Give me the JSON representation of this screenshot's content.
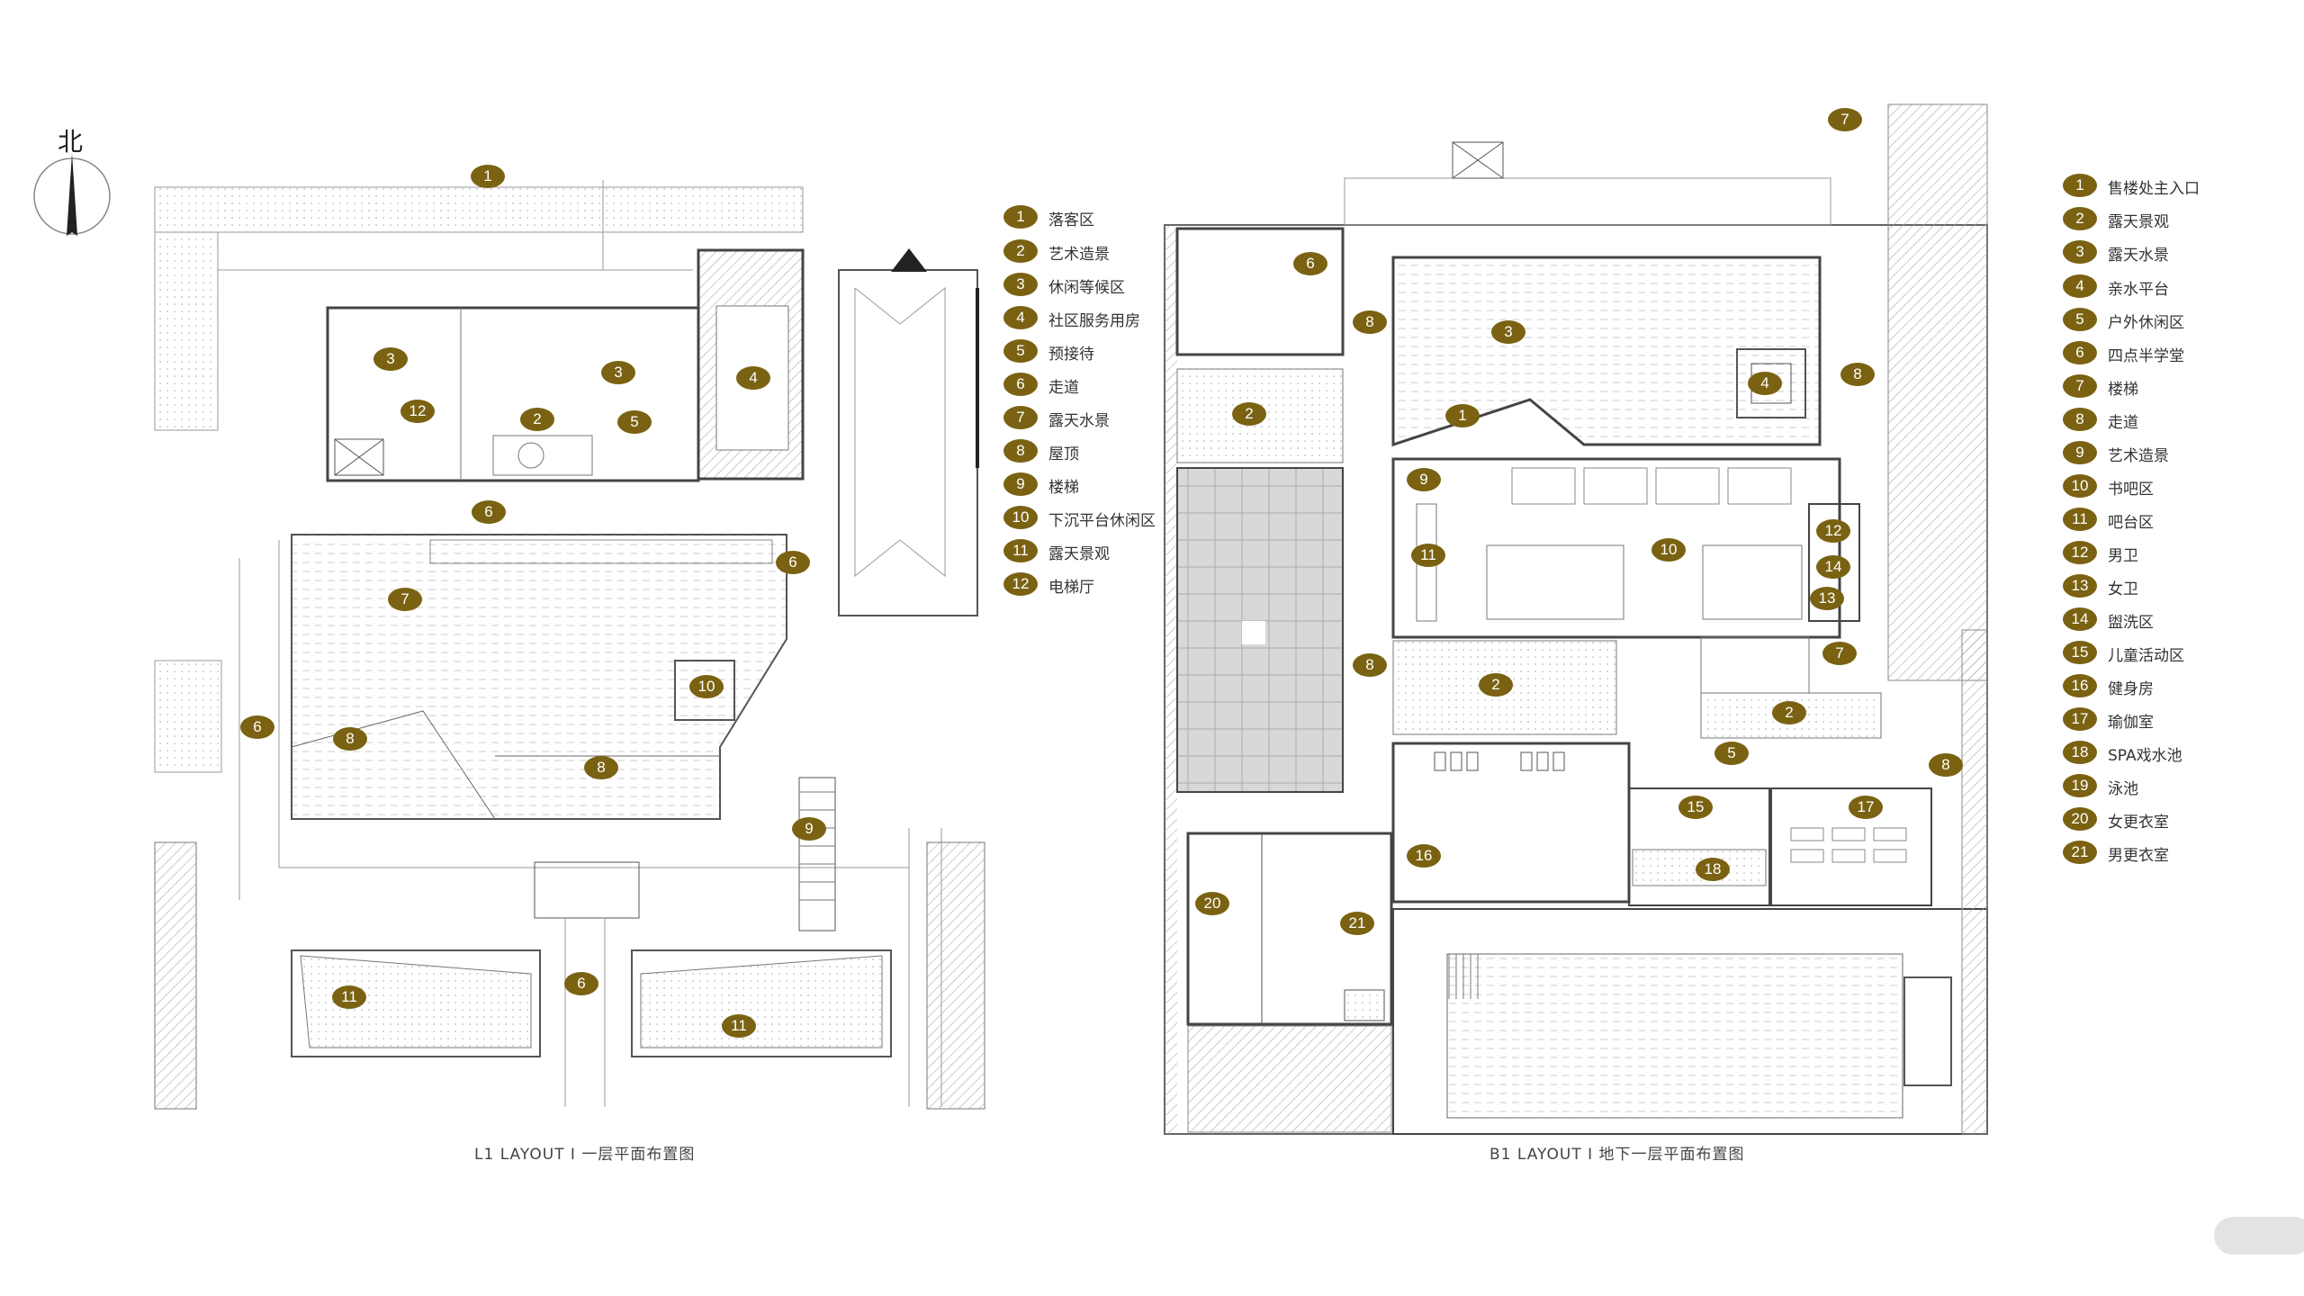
{
  "north": {
    "label": "北"
  },
  "l1": {
    "caption": "L1  LAYOUT   I  一层平面布置图",
    "legend": [
      {
        "n": "1",
        "t": "落客区"
      },
      {
        "n": "2",
        "t": "艺术造景"
      },
      {
        "n": "3",
        "t": "休闲等候区"
      },
      {
        "n": "4",
        "t": "社区服务用房"
      },
      {
        "n": "5",
        "t": "预接待"
      },
      {
        "n": "6",
        "t": "走道"
      },
      {
        "n": "7",
        "t": "露天水景"
      },
      {
        "n": "8",
        "t": "屋顶"
      },
      {
        "n": "9",
        "t": "楼梯"
      },
      {
        "n": "10",
        "t": "下沉平台休闲区"
      },
      {
        "n": "11",
        "t": "露天景观"
      },
      {
        "n": "12",
        "t": "电梯厅"
      }
    ],
    "markers": [
      "1",
      "3",
      "3",
      "12",
      "2",
      "5",
      "4",
      "6",
      "6",
      "7",
      "10",
      "6",
      "8",
      "8",
      "9",
      "6",
      "11",
      "11"
    ]
  },
  "b1": {
    "caption": "B1  LAYOUT   I  地下一层平面布置图",
    "legend": [
      {
        "n": "1",
        "t": "售楼处主入口"
      },
      {
        "n": "2",
        "t": "露天景观"
      },
      {
        "n": "3",
        "t": "露天水景"
      },
      {
        "n": "4",
        "t": "亲水平台"
      },
      {
        "n": "5",
        "t": "户外休闲区"
      },
      {
        "n": "6",
        "t": "四点半学堂"
      },
      {
        "n": "7",
        "t": "楼梯"
      },
      {
        "n": "8",
        "t": "走道"
      },
      {
        "n": "9",
        "t": "艺术造景"
      },
      {
        "n": "10",
        "t": "书吧区"
      },
      {
        "n": "11",
        "t": "吧台区"
      },
      {
        "n": "12",
        "t": "男卫"
      },
      {
        "n": "13",
        "t": "女卫"
      },
      {
        "n": "14",
        "t": "盥洗区"
      },
      {
        "n": "15",
        "t": "儿童活动区"
      },
      {
        "n": "16",
        "t": "健身房"
      },
      {
        "n": "17",
        "t": "瑜伽室"
      },
      {
        "n": "18",
        "t": "SPA戏水池"
      },
      {
        "n": "19",
        "t": "泳池"
      },
      {
        "n": "20",
        "t": "女更衣室"
      },
      {
        "n": "21",
        "t": "男更衣室"
      }
    ],
    "markers": [
      "7",
      "6",
      "8",
      "3",
      "2",
      "4",
      "8",
      "1",
      "9",
      "11",
      "10",
      "12",
      "14",
      "13",
      "7",
      "8",
      "2",
      "2",
      "5",
      "8",
      "15",
      "17",
      "16",
      "18",
      "20",
      "21"
    ]
  },
  "colors": {
    "accent": "#7a6212",
    "line": "#555555",
    "hatch": "#9a9a9a"
  }
}
